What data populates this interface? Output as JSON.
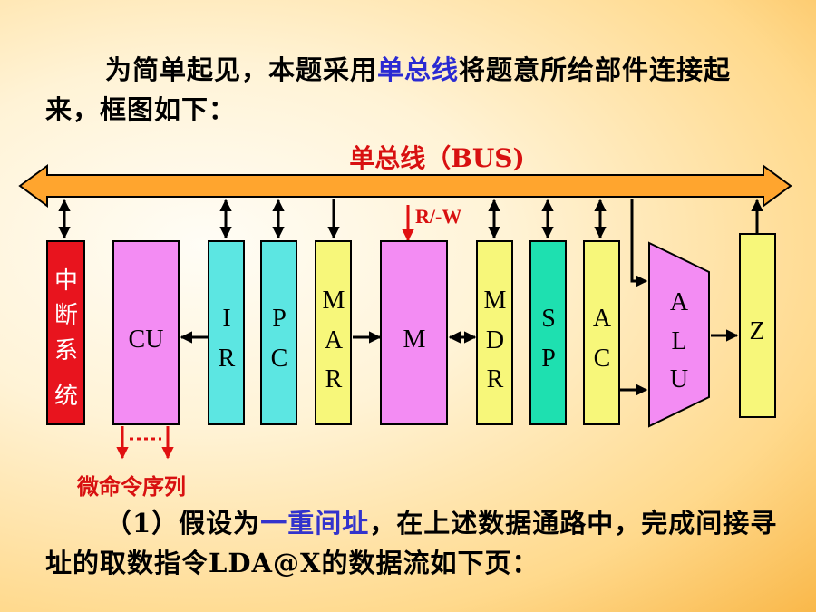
{
  "intro": {
    "part1": "为简单起见，本题采用",
    "highlight": "单总线",
    "part2": "将题意所给部件连接起来，框图如下："
  },
  "bus": {
    "label": "单总线（BUS)"
  },
  "rw_label": "R/-W",
  "components": {
    "interrupt": [
      "中",
      "断",
      "系",
      "统"
    ],
    "cu": "CU",
    "ir": [
      "I",
      "R"
    ],
    "pc": [
      "P",
      "C"
    ],
    "mar": [
      "M",
      "A",
      "R"
    ],
    "m": "M",
    "mdr": [
      "M",
      "D",
      "R"
    ],
    "sp": [
      "S",
      "P"
    ],
    "ac": [
      "A",
      "C"
    ],
    "alu": [
      "A",
      "L",
      "U"
    ],
    "z": "Z"
  },
  "micro_label": "微命令序列",
  "question": {
    "part1": "（1）假设为",
    "highlight": "一重间址",
    "part2": "，在上述数据通路中，完成间接寻址的取数指令LDA@X的数据流如下页："
  },
  "colors": {
    "interrupt": "#e8141e",
    "cu": "#f38cf3",
    "ir": "#5ce6e2",
    "pc": "#5ce6e2",
    "mar": "#f7f77a",
    "m": "#f38cf3",
    "mdr": "#f7f77a",
    "sp": "#1ee0b0",
    "ac": "#f7f77a",
    "alu": "#f38cf3",
    "z": "#f7f77a",
    "bus": "#ffa52e",
    "red": "#e01010"
  }
}
